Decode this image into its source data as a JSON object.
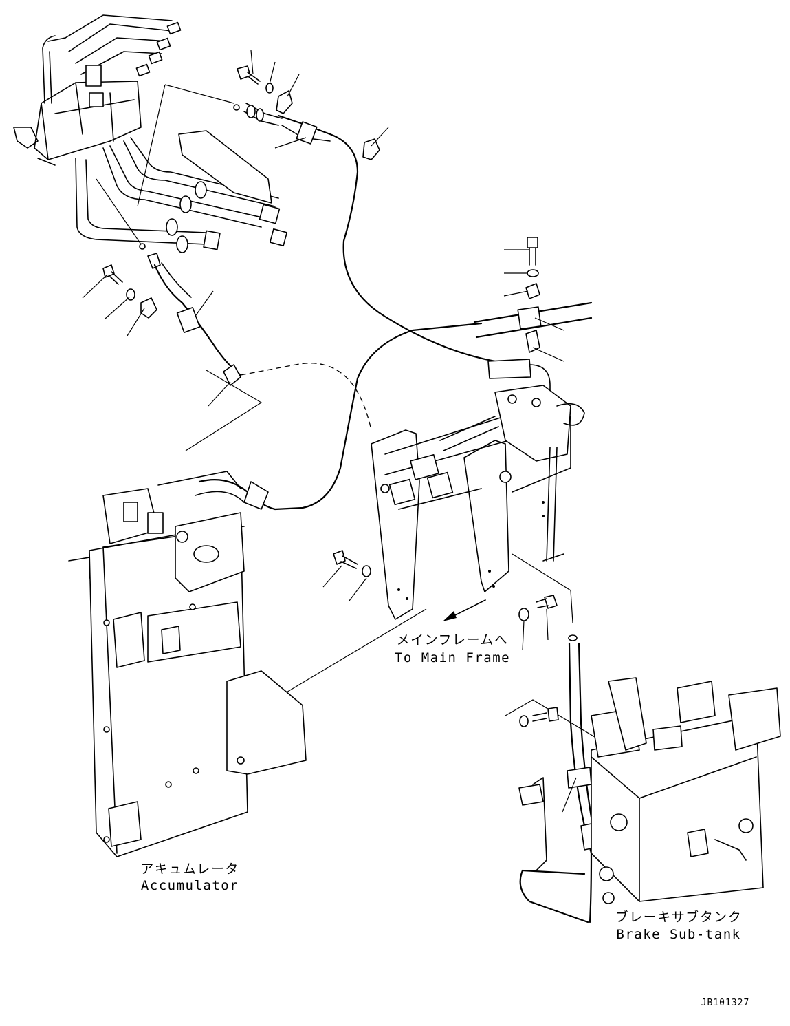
{
  "labels": {
    "main_frame_jp": "メインフレームへ",
    "main_frame_en": "To Main Frame",
    "accumulator_jp": "アキュムレータ",
    "accumulator_en": "Accumulator",
    "brake_subtank_jp": "ブレーキサブタンク",
    "brake_subtank_en": "Brake Sub-tank",
    "drawing_code": "JB101327"
  }
}
